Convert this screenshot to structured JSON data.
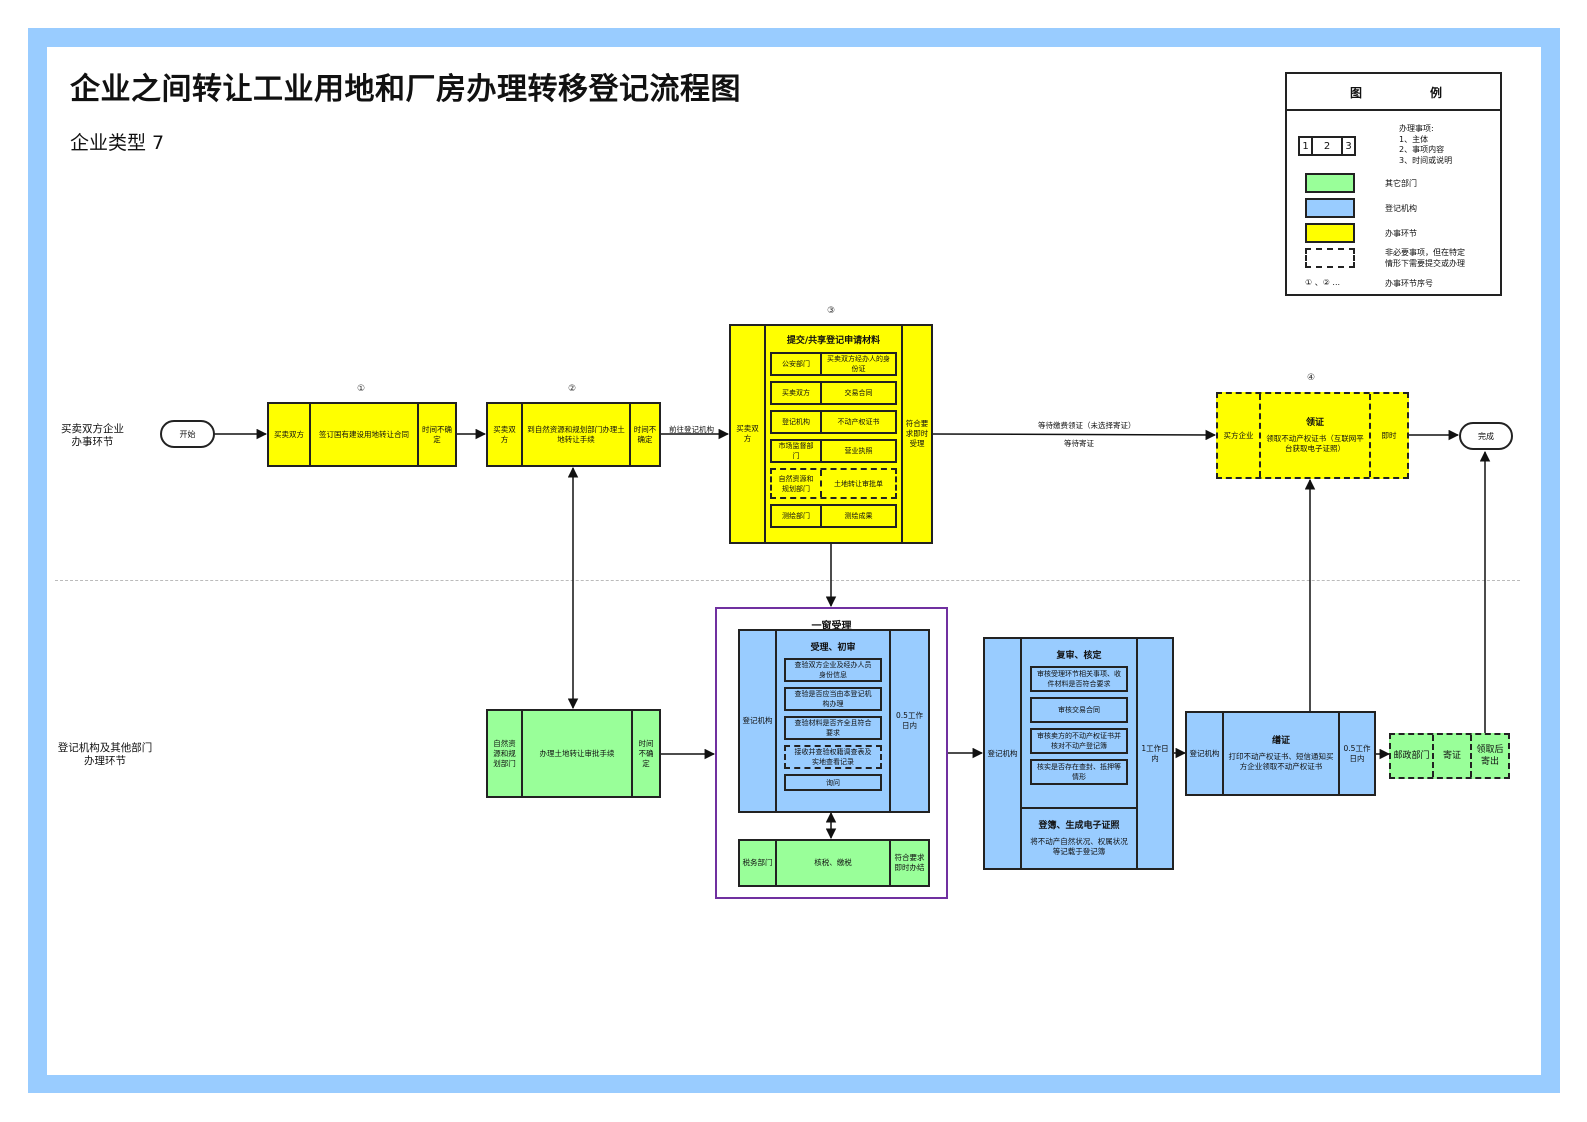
{
  "header": {
    "title": "企业之间转让工业用地和厂房办理转移登记流程图",
    "subtitle": "企业类型  7"
  },
  "lanes": {
    "top": [
      "买卖双方企业",
      "办事环节"
    ],
    "bottom": [
      "登记机构及其他部门",
      "办理环节"
    ]
  },
  "legend": {
    "title_left": "图",
    "title_right": "例",
    "sample_cells": [
      "1",
      "2",
      "3"
    ],
    "item_desc": [
      "办理事项:",
      "1、主体",
      "2、事项内容",
      "3、时间或说明"
    ],
    "other_dept": "其它部门",
    "registry": "登记机构",
    "step": "办事环节",
    "optional": [
      "非必要事项，但在特定",
      "情形下需要提交或办理"
    ],
    "seq_sample": "① 、② ...",
    "seq_desc": "办事环节序号",
    "colors": {
      "other_dept": "#99ff99",
      "registry": "#99ccff",
      "step": "#ffff00"
    }
  },
  "terminals": {
    "start": "开始",
    "end": "完成"
  },
  "steps": {
    "s1": {
      "num": "①",
      "subject": "买卖双方",
      "content": "签订国有建设用地转让合同",
      "time": "时间不确定"
    },
    "s2": {
      "num": "②",
      "subject": "买卖双方",
      "content": "到自然资源和规划部门办理土地转让手续",
      "time": "时间不确定"
    },
    "s3": {
      "num": "③",
      "subject": "买卖双方",
      "title": "提交/共享登记申请材料",
      "time": "符合要求即时受理",
      "materials": [
        {
          "dept": "公安部门",
          "item": "买卖双方经办人的身份证",
          "optional": false
        },
        {
          "dept": "买卖双方",
          "item": "交易合同",
          "optional": false
        },
        {
          "dept": "登记机构",
          "item": "不动产权证书",
          "optional": false
        },
        {
          "dept": "市场监督部门",
          "item": "营业执照",
          "optional": false
        },
        {
          "dept": "自然资源和规划部门",
          "item": "土地转让审批单",
          "optional": true
        },
        {
          "dept": "测绘部门",
          "item": "测绘成果",
          "optional": false
        }
      ]
    },
    "s4": {
      "num": "④",
      "subject": "买方企业",
      "title": "领证",
      "content": "领取不动产权证书（互联网平台获取电子证照）",
      "time": "即时"
    }
  },
  "edges": {
    "to_registry": "前往登记机构",
    "wait_fee": "等待缴费领证（未选择寄证）",
    "wait_mail": "等待寄证"
  },
  "land_approval": {
    "subject": "自然资源和规划部门",
    "content": "办理土地转让审批手续",
    "time": "时间不确定"
  },
  "one_window": {
    "title": "一窗受理",
    "accept": {
      "subject": "登记机构",
      "title": "受理、初审",
      "time": "0.5工作日内",
      "items": [
        {
          "text": "查验双方企业及经办人员身份信息",
          "optional": false
        },
        {
          "text": "查验是否应当由本登记机构办理",
          "optional": false
        },
        {
          "text": "查验材料是否齐全且符合要求",
          "optional": false
        },
        {
          "text": "接收并查验权籍调查表及实地查看记录",
          "optional": true
        },
        {
          "text": "询问",
          "optional": false
        }
      ]
    },
    "tax": {
      "subject": "税务部门",
      "content": "核税、缴税",
      "time": "符合要求即时办结"
    }
  },
  "review": {
    "subject": "登记机构",
    "title": "复审、核定",
    "time": "1工作日内",
    "items": [
      "审核受理环节相关事项、收件材料是否符合要求",
      "审核交易合同",
      "审核卖方的不动产权证书并核对不动产登记簿",
      "核实是否存在查封、抵押等情形"
    ],
    "record_title": "登簿、生成电子证照",
    "record_content": "将不动产自然状况、权属状况等记载于登记簿"
  },
  "certify": {
    "subject": "登记机构",
    "title": "缮证",
    "content": "打印不动产权证书、短信通知买方企业领取不动产权证书",
    "time": "0.5工作日内"
  },
  "postal": {
    "subject": "邮政部门",
    "content": "寄证",
    "time": "领取后寄出"
  }
}
